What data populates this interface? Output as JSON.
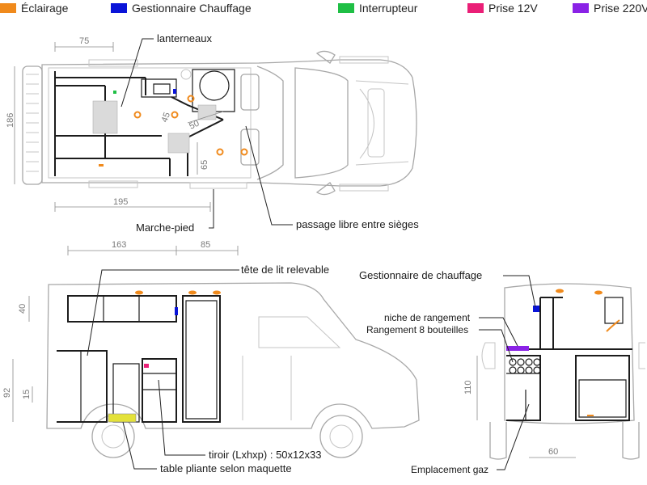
{
  "legend": [
    {
      "label": "Éclairage",
      "color": "#f08a1c"
    },
    {
      "label": "Gestionnaire Chauffage",
      "color": "#0a14d8"
    },
    {
      "label": "Interrupteur",
      "color": "#1fbf45"
    },
    {
      "label": "Prise 12V",
      "color": "#ea1f77"
    },
    {
      "label": "Prise 220V",
      "color": "#8a22e6"
    }
  ],
  "top_view": {
    "dimensions": {
      "width_75": "75",
      "height_186": "186",
      "length_195": "195",
      "depth_45": "45",
      "diag_50": "50",
      "depth_65": "65"
    },
    "labels": {
      "lanterneaux": "lanterneaux",
      "marche_pied": "Marche-pied",
      "passage": "passage libre entre sièges"
    }
  },
  "side_view": {
    "dimensions": {
      "len_163": "163",
      "len_85": "85",
      "h_40": "40",
      "h_92": "92",
      "h_15": "15"
    },
    "labels": {
      "tete_de_lit": "tête de lit relevable",
      "tiroir": "tiroir (Lxhxp) : 50x12x33",
      "table": "table pliante selon maquette"
    }
  },
  "rear_view": {
    "dimensions": {
      "h_110": "110",
      "w_60": "60"
    },
    "labels": {
      "gestionnaire": "Gestionnaire de chauffage",
      "niche": "niche de rangement",
      "rangement": "Rangement 8 bouteilles",
      "gaz": "Emplacement gaz"
    }
  }
}
